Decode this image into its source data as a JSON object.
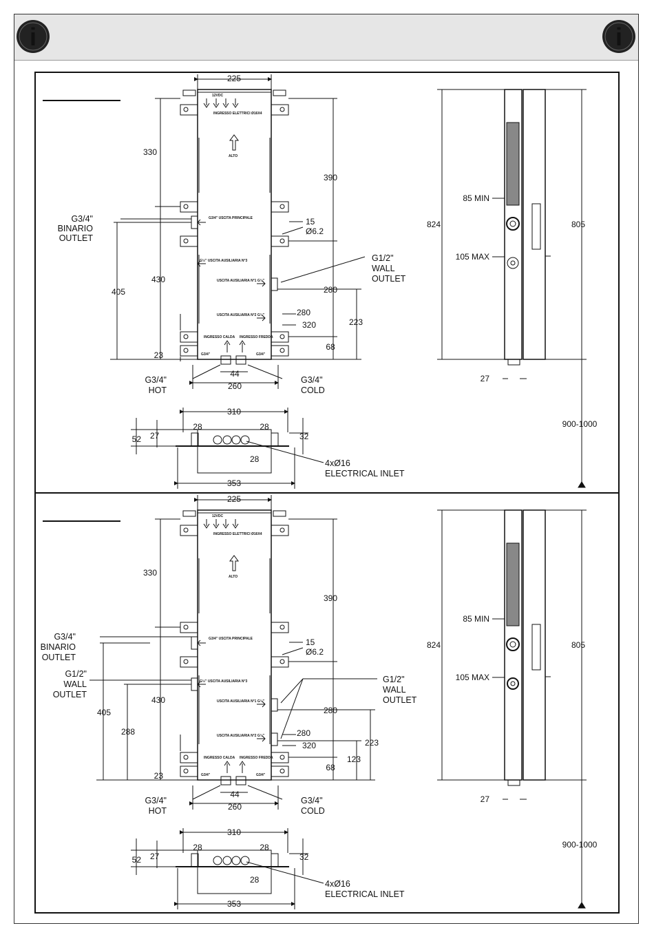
{
  "header": {
    "left_icon": "info-icon",
    "right_icon": "info-icon",
    "icon_glyph": "i"
  },
  "colors": {
    "band": "#e6e6e6",
    "line": "#111111"
  },
  "panels": [
    {
      "front": {
        "width_top": "225",
        "top_330": "330",
        "mid_430": "430",
        "left_405": "405",
        "right_390": "390",
        "right_280": "280",
        "right_223": "223",
        "right_68": "68",
        "d_15": "15",
        "d_phi": "Ø6.2",
        "d_280b": "280",
        "d_320": "320",
        "d_23": "23",
        "d_44": "44",
        "d_260": "260",
        "left_labels": [
          "G3/4\"",
          "BINARIO",
          "OUTLET"
        ],
        "right_wall": [
          "G1/2\"",
          "WALL",
          "OUTLET"
        ],
        "hot": [
          "G3/4\"",
          "HOT"
        ],
        "cold": [
          "G3/4\"",
          "COLD"
        ],
        "box_texts": {
          "t12": "12VDC",
          "ingresso_el": "INGRESSO ELETTRICI Ø16X4",
          "alto": "ALTO",
          "uscita_principale": "G3/4\"   USCITA  PRINCIPALE",
          "aus3": "G½\"      USCITA  AUSILIARIA  N°3",
          "aus1": "USCITA  AUSILIARIA  N°1   G½\"",
          "aus2": "USCITA  AUSILIARIA  N°2   G½\"",
          "calda": "INGRESSO  CALDA",
          "fredda": "INGRESSO  FREDDA",
          "g34a": "G3/4\"",
          "g34b": "G3/4\""
        }
      },
      "side": {
        "d_85": "85 MIN",
        "d_105": "105 MAX",
        "d_824": "824",
        "d_805": "805",
        "d_27": "27"
      },
      "bottom": {
        "d_310": "310",
        "d_28a": "28",
        "d_28b": "28",
        "d_52": "52",
        "d_27": "27",
        "d_32": "32",
        "d_28c": "28",
        "d_353": "353",
        "elec": [
          "4xØ16",
          "ELECTRICAL INLET"
        ]
      },
      "floor": "900-1000"
    },
    {
      "front": {
        "width_top": "225",
        "top_330": "330",
        "mid_430": "430",
        "left_405": "405",
        "left_288": "288",
        "right_390": "390",
        "right_280": "280",
        "right_223": "223",
        "right_123": "123",
        "right_68": "68",
        "d_15": "15",
        "d_phi": "Ø6.2",
        "d_280b": "280",
        "d_320": "320",
        "d_23": "23",
        "d_44": "44",
        "d_260": "260",
        "left_labels": [
          "G3/4\"",
          "BINARIO",
          "OUTLET"
        ],
        "left_wall": [
          "G1/2\"",
          "WALL",
          "OUTLET"
        ],
        "right_wall": [
          "G1/2\"",
          "WALL",
          "OUTLET"
        ],
        "hot": [
          "G3/4\"",
          "HOT"
        ],
        "cold": [
          "G3/4\"",
          "COLD"
        ],
        "box_texts": {
          "t12": "12VDC",
          "ingresso_el": "INGRESSO ELETTRICI Ø16X4",
          "alto": "ALTO",
          "uscita_principale": "G3/4\"   USCITA  PRINCIPALE",
          "aus3": "G½\"      USCITA  AUSILIARIA  N°3",
          "aus1": "USCITA  AUSILIARIA  N°1   G½\"",
          "aus2": "USCITA  AUSILIARIA  N°2   G½\"",
          "calda": "INGRESSO  CALDA",
          "fredda": "INGRESSO  FREDDA",
          "g34a": "G3/4\"",
          "g34b": "G3/4\""
        }
      },
      "side": {
        "d_85": "85 MIN",
        "d_105": "105 MAX",
        "d_824": "824",
        "d_805": "805",
        "d_27": "27"
      },
      "bottom": {
        "d_310": "310",
        "d_28a": "28",
        "d_28b": "28",
        "d_52": "52",
        "d_27": "27",
        "d_32": "32",
        "d_28c": "28",
        "d_353": "353",
        "elec": [
          "4xØ16",
          "ELECTRICAL INLET"
        ]
      },
      "floor": "900-1000"
    }
  ]
}
